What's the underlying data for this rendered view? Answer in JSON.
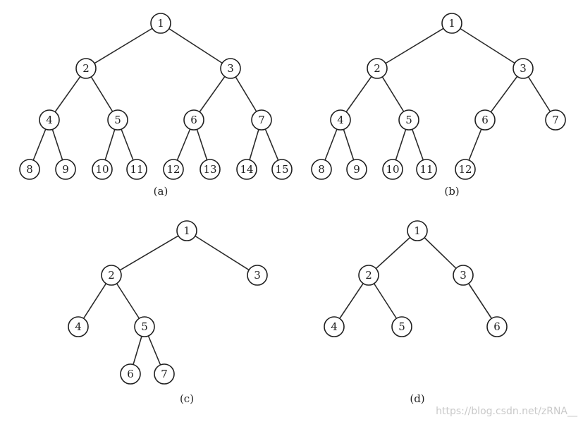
{
  "trees": [
    {
      "caption": "(a)",
      "nodes": [
        {
          "id": "a1",
          "label": "1"
        },
        {
          "id": "a2",
          "label": "2"
        },
        {
          "id": "a3",
          "label": "3"
        },
        {
          "id": "a4",
          "label": "4"
        },
        {
          "id": "a5",
          "label": "5"
        },
        {
          "id": "a6",
          "label": "6"
        },
        {
          "id": "a7",
          "label": "7"
        },
        {
          "id": "a8",
          "label": "8"
        },
        {
          "id": "a9",
          "label": "9"
        },
        {
          "id": "a10",
          "label": "10"
        },
        {
          "id": "a11",
          "label": "11"
        },
        {
          "id": "a12",
          "label": "12"
        },
        {
          "id": "a13",
          "label": "13"
        },
        {
          "id": "a14",
          "label": "14"
        },
        {
          "id": "a15",
          "label": "15"
        }
      ],
      "edges": [
        [
          "a1",
          "a2"
        ],
        [
          "a1",
          "a3"
        ],
        [
          "a2",
          "a4"
        ],
        [
          "a2",
          "a5"
        ],
        [
          "a3",
          "a6"
        ],
        [
          "a3",
          "a7"
        ],
        [
          "a4",
          "a8"
        ],
        [
          "a4",
          "a9"
        ],
        [
          "a5",
          "a10"
        ],
        [
          "a5",
          "a11"
        ],
        [
          "a6",
          "a12"
        ],
        [
          "a6",
          "a13"
        ],
        [
          "a7",
          "a14"
        ],
        [
          "a7",
          "a15"
        ]
      ]
    },
    {
      "caption": "(b)",
      "nodes": [
        {
          "id": "b1",
          "label": "1"
        },
        {
          "id": "b2",
          "label": "2"
        },
        {
          "id": "b3",
          "label": "3"
        },
        {
          "id": "b4",
          "label": "4"
        },
        {
          "id": "b5",
          "label": "5"
        },
        {
          "id": "b6",
          "label": "6"
        },
        {
          "id": "b7",
          "label": "7"
        },
        {
          "id": "b8",
          "label": "8"
        },
        {
          "id": "b9",
          "label": "9"
        },
        {
          "id": "b10",
          "label": "10"
        },
        {
          "id": "b11",
          "label": "11"
        },
        {
          "id": "b12",
          "label": "12"
        }
      ],
      "edges": [
        [
          "b1",
          "b2"
        ],
        [
          "b1",
          "b3"
        ],
        [
          "b2",
          "b4"
        ],
        [
          "b2",
          "b5"
        ],
        [
          "b3",
          "b6"
        ],
        [
          "b3",
          "b7"
        ],
        [
          "b4",
          "b8"
        ],
        [
          "b4",
          "b9"
        ],
        [
          "b5",
          "b10"
        ],
        [
          "b5",
          "b11"
        ],
        [
          "b6",
          "b12"
        ]
      ]
    },
    {
      "caption": "(c)",
      "nodes": [
        {
          "id": "c1",
          "label": "1"
        },
        {
          "id": "c2",
          "label": "2"
        },
        {
          "id": "c3",
          "label": "3"
        },
        {
          "id": "c4",
          "label": "4"
        },
        {
          "id": "c5",
          "label": "5"
        },
        {
          "id": "c6",
          "label": "6"
        },
        {
          "id": "c7",
          "label": "7"
        }
      ],
      "edges": [
        [
          "c1",
          "c2"
        ],
        [
          "c1",
          "c3"
        ],
        [
          "c2",
          "c4"
        ],
        [
          "c2",
          "c5"
        ],
        [
          "c5",
          "c6"
        ],
        [
          "c5",
          "c7"
        ]
      ]
    },
    {
      "caption": "(d)",
      "nodes": [
        {
          "id": "d1",
          "label": "1"
        },
        {
          "id": "d2",
          "label": "2"
        },
        {
          "id": "d3",
          "label": "3"
        },
        {
          "id": "d4",
          "label": "4"
        },
        {
          "id": "d5",
          "label": "5"
        },
        {
          "id": "d6",
          "label": "6"
        }
      ],
      "edges": [
        [
          "d1",
          "d2"
        ],
        [
          "d1",
          "d3"
        ],
        [
          "d2",
          "d4"
        ],
        [
          "d2",
          "d5"
        ],
        [
          "d3",
          "d6"
        ]
      ]
    }
  ],
  "watermark": "https://blog.csdn.net/zRNA__"
}
